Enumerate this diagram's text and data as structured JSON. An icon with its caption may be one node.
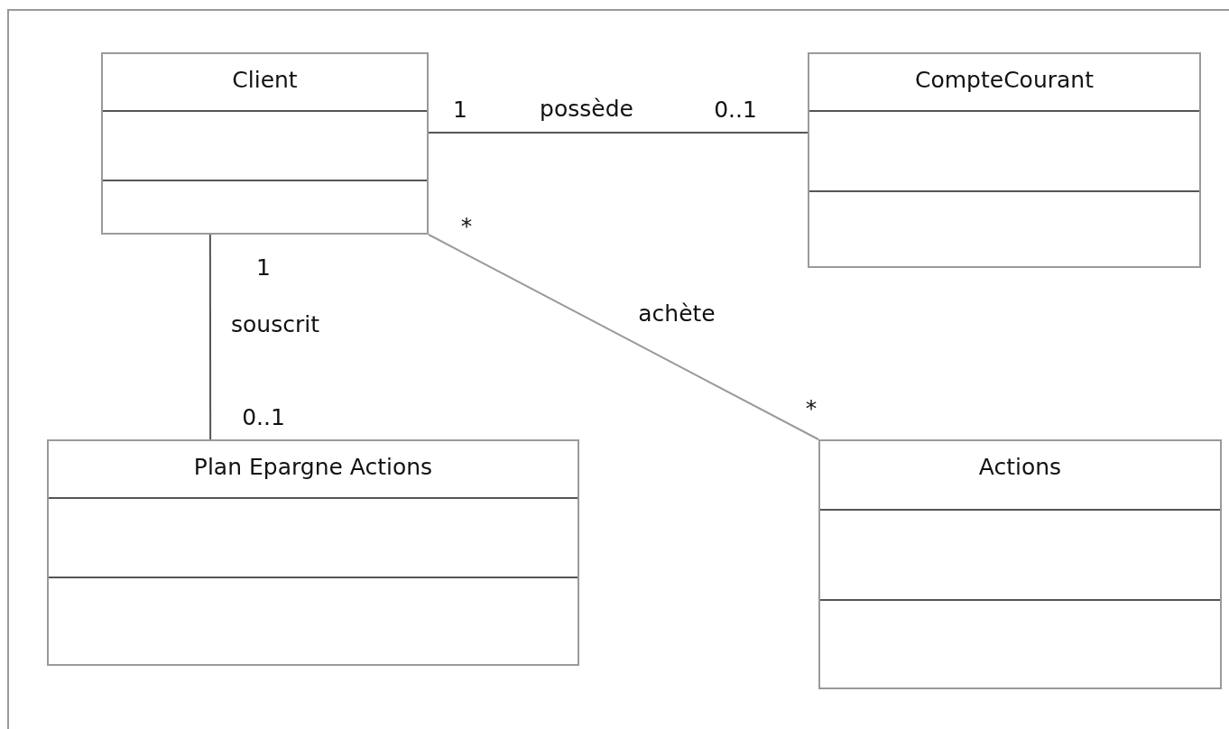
{
  "diagram": {
    "nodes": [
      {
        "text": [
          "Client"
        ]
      },
      {
        "text": [
          "CompteCourant"
        ]
      },
      {
        "text": [
          "Plan Epargne Actions"
        ]
      },
      {
        "text": [
          "Actions"
        ]
      }
    ],
    "edges": [
      {
        "from": 0,
        "to": 1,
        "arrow": "none",
        "label": "possède"
      },
      {
        "from": 0,
        "to": 2,
        "arrow": "none",
        "label": "souscrit"
      },
      {
        "from": 0,
        "to": 3,
        "arrow": "none",
        "label": "achète",
        "color": "#9a9a9a"
      }
    ],
    "labels": [
      "1",
      "0..1",
      "*",
      "1",
      "0..1",
      "*"
    ]
  }
}
